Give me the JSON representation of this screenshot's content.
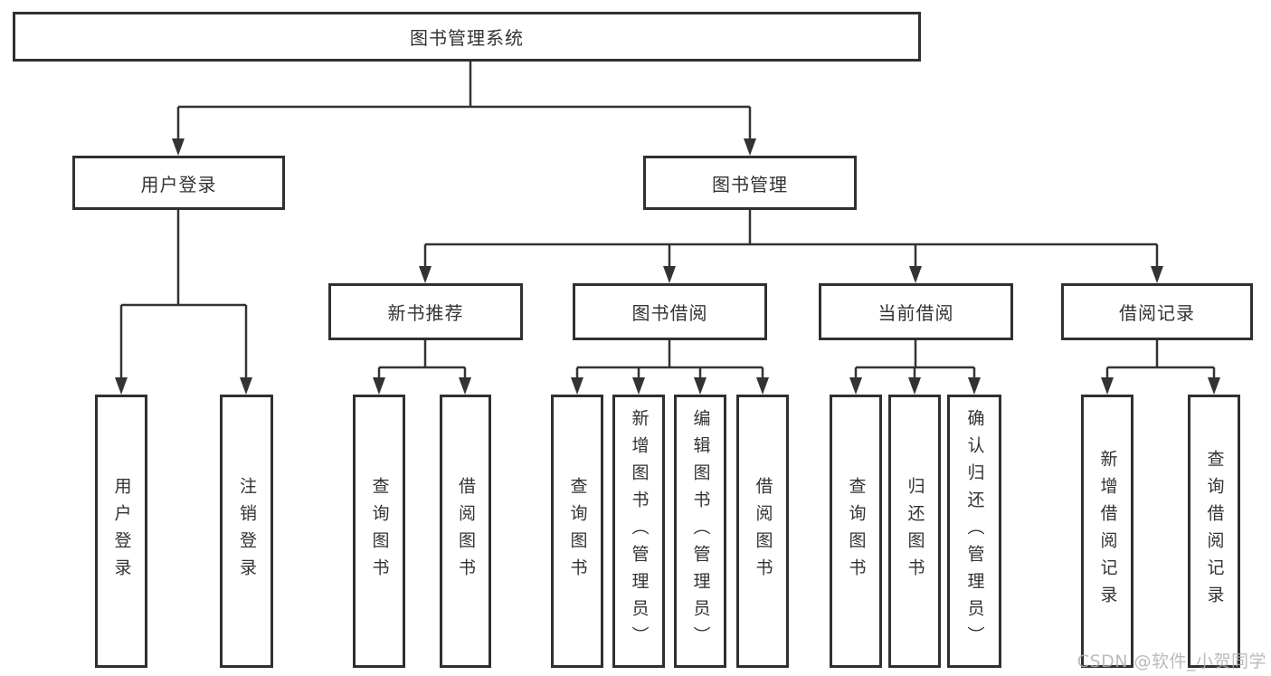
{
  "watermark": "CSDN @软件_小贺同学",
  "colors": {
    "line": "#333333",
    "box_border": "#303030",
    "text": "#333333",
    "watermark": "#b0b0b0",
    "background": "#ffffff"
  },
  "tree": {
    "root": {
      "label": "图书管理系统"
    },
    "children": [
      {
        "label": "用户登录",
        "children": [
          {
            "label": "用户登录"
          },
          {
            "label": "注销登录"
          }
        ]
      },
      {
        "label": "图书管理",
        "children": [
          {
            "label": "新书推荐",
            "children": [
              {
                "label": "查询图书"
              },
              {
                "label": "借阅图书"
              }
            ]
          },
          {
            "label": "图书借阅",
            "children": [
              {
                "label": "查询图书"
              },
              {
                "label": "新增图书（管理员）"
              },
              {
                "label": "编辑图书（管理员）"
              },
              {
                "label": "借阅图书"
              }
            ]
          },
          {
            "label": "当前借阅",
            "children": [
              {
                "label": "查询图书"
              },
              {
                "label": "归还图书"
              },
              {
                "label": "确认归还（管理员）"
              }
            ]
          },
          {
            "label": "借阅记录",
            "children": [
              {
                "label": "新增借阅记录"
              },
              {
                "label": "查询借阅记录"
              }
            ]
          }
        ]
      }
    ]
  }
}
